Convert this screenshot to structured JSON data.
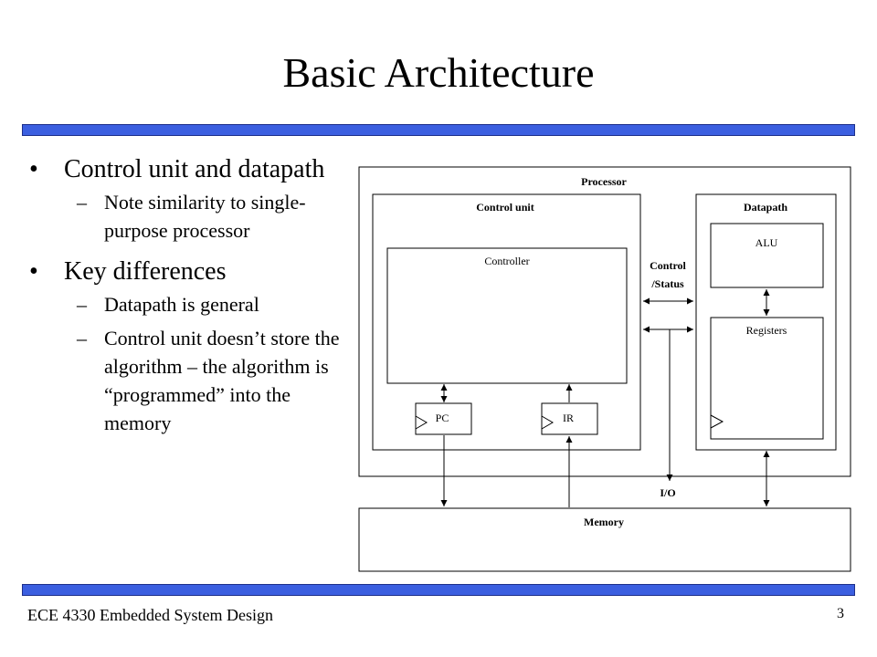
{
  "slide": {
    "title": "Basic Architecture",
    "accent_color": "#3b5fe0",
    "bullets": [
      {
        "text": "Control unit and datapath",
        "sub": [
          "Note similarity to single-purpose processor"
        ]
      },
      {
        "text": "Key differences",
        "sub": [
          "Datapath is general",
          "Control unit doesn’t store the algorithm – the algorithm is “programmed” into the memory"
        ]
      }
    ],
    "footer": "ECE 4330 Embedded System Design",
    "page_number": "3"
  },
  "diagram": {
    "processor": "Processor",
    "control_unit": "Control unit",
    "datapath": "Datapath",
    "controller": "Controller",
    "pc": "PC",
    "ir": "IR",
    "alu": "ALU",
    "registers": "Registers",
    "control_status_line1": "Control",
    "control_status_line2": "/Status",
    "io": "I/O",
    "memory": "Memory"
  }
}
